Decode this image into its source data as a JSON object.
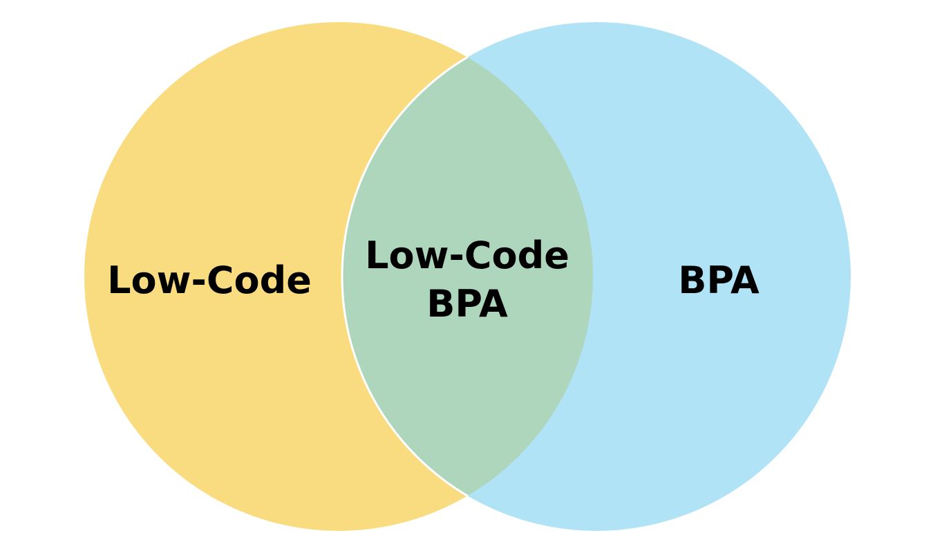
{
  "venn": {
    "left_set": {
      "label": "Low-Code",
      "color": "#FADC80"
    },
    "right_set": {
      "label": "BPA",
      "color": "#B1E3F6"
    },
    "intersection": {
      "label_line1": "Low-Code",
      "label_line2": "BPA",
      "color": "#AED6BC"
    },
    "border_color": "#ffffff"
  }
}
